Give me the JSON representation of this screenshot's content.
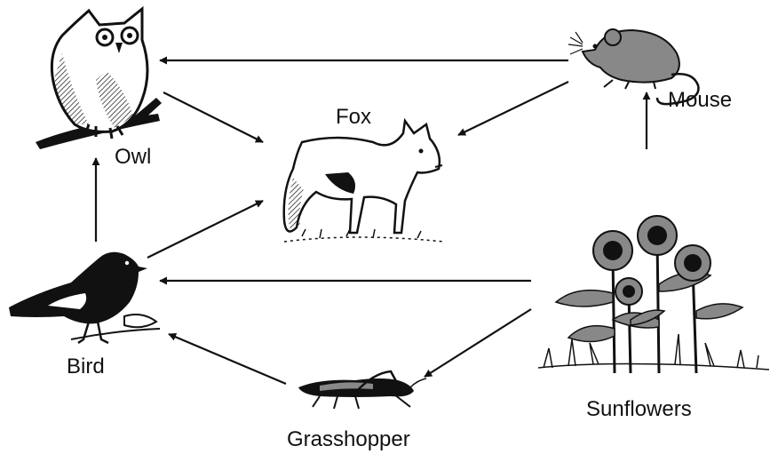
{
  "organisms": {
    "owl": {
      "label": "Owl",
      "icon": "owl-icon"
    },
    "fox": {
      "label": "Fox",
      "icon": "fox-icon"
    },
    "mouse": {
      "label": "Mouse",
      "icon": "mouse-icon"
    },
    "bird": {
      "label": "Bird",
      "icon": "bird-icon"
    },
    "sunflowers": {
      "label": "Sunflowers",
      "icon": "sunflowers-icon"
    },
    "grasshopper": {
      "label": "Grasshopper",
      "icon": "grasshopper-icon"
    }
  },
  "arrows": [
    {
      "from": "mouse",
      "to": "owl"
    },
    {
      "from": "mouse",
      "to": "fox"
    },
    {
      "from": "owl",
      "to": "fox"
    },
    {
      "from": "bird",
      "to": "owl"
    },
    {
      "from": "bird",
      "to": "fox"
    },
    {
      "from": "sunflowers",
      "to": "mouse"
    },
    {
      "from": "sunflowers",
      "to": "bird"
    },
    {
      "from": "sunflowers",
      "to": "grasshopper"
    },
    {
      "from": "grasshopper",
      "to": "bird"
    }
  ],
  "colors": {
    "ink": "#111111",
    "background": "#ffffff"
  }
}
